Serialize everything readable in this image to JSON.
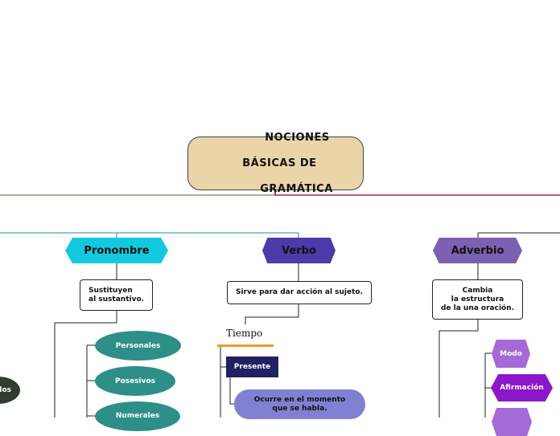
{
  "root": {
    "line1": "NOCIONES",
    "line2": "BÁSICAS DE",
    "line3": "GRAMÁTICA"
  },
  "branches": {
    "pronombre": {
      "label": "Pronombre",
      "color": "#12c9df",
      "description": "Sustituyen\nal sustantivo.",
      "types": [
        "Personales",
        "Posesivos",
        "Numerales"
      ]
    },
    "verbo": {
      "label": "Verbo",
      "color": "#4b3aa8",
      "description": "Sirve para dar acción al sujeto.",
      "subtopic": "Tiempo",
      "tense": "Presente",
      "tense_description": "Ocurre en el momento\nque se habla."
    },
    "adverbio": {
      "label": "Adverbio",
      "color": "#7b61b1",
      "description": "Cambia\nla estructura\nde la una oración.",
      "types": [
        "Modo",
        "Afirmación"
      ]
    }
  },
  "partial_left_node": "dos",
  "colors": {
    "root_fill": "#ead4a8",
    "left_connector": "#9c9063",
    "right_connector": "#b0244a",
    "teal_connector": "#1a8da5",
    "pill_teal": "#2e8f88",
    "tense_fill": "#212063",
    "tense_desc_fill": "#8080d2",
    "purple_fill": "#a56ad6",
    "afirm_fill": "#8c16c9"
  }
}
